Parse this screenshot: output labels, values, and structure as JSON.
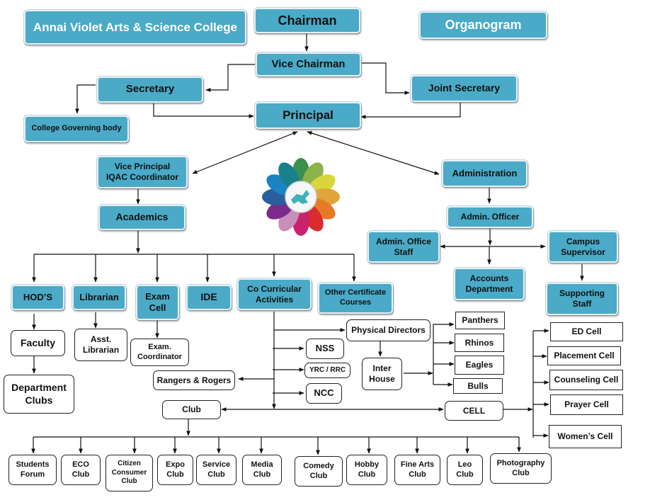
{
  "header": {
    "college_name": "Annai Violet Arts & Science College",
    "title": "Organogram"
  },
  "logo": {
    "icon": "flower-globe-logo-icon",
    "petal_colors": [
      "#3b8f4f",
      "#8bb34a",
      "#d8d63a",
      "#e0a43a",
      "#e67b27",
      "#d92c2f",
      "#c9236e",
      "#c98fba",
      "#7a2b8c",
      "#2a5f9e",
      "#1a83c2",
      "#19808c"
    ],
    "center_color": "#3fb0b8"
  },
  "governance": {
    "chairman": "Chairman",
    "vice_chairman": "Vice Chairman",
    "secretary": "Secretary",
    "joint_secretary": "Joint Secretary",
    "governing_body": "College Governing body",
    "principal": "Principal"
  },
  "academic_side": {
    "vice_principal": "Vice Principal\nIQAC Coordinator",
    "academics": "Academics",
    "units": [
      {
        "label": "HOD’S"
      },
      {
        "label": "Librarian"
      },
      {
        "label": "Exam\nCell"
      },
      {
        "label": "IDE"
      },
      {
        "label": "Co Curricular\nActivities"
      },
      {
        "label": "Other Certificate\nCourses"
      }
    ],
    "faculty": "Faculty",
    "department_clubs": "Department\nClubs",
    "asst_librarian": "Asst.\nLibrarian",
    "exam_coordinator": "Exam.\nCoordinator"
  },
  "co_curricular": {
    "physical_directors": "Physical Directors",
    "inter_house": "Inter\nHouse",
    "houses": [
      "Panthers",
      "Rhinos",
      "Eagles",
      "Bulls"
    ],
    "nss": "NSS",
    "yrc_rrc": "YRC / RRC",
    "ncc": "NCC",
    "rangers_rogers": "Rangers & Rogers",
    "club": "Club",
    "cell": "CELL",
    "cells": [
      "ED Cell",
      "Placement Cell",
      "Counseling Cell",
      "Prayer Cell",
      "Women’s Cell"
    ],
    "clubs": [
      "Students\nForum",
      "ECO\nClub",
      "Citizen\nConsumer\nClub",
      "Expo\nClub",
      "Service\nClub",
      "Media\nClub",
      "Comedy\nClub",
      "Hobby\nClub",
      "Fine Arts\nClub",
      "Leo\nClub",
      "Photography\nClub"
    ]
  },
  "administration": {
    "administration": "Administration",
    "admin_officer": "Admin. Officer",
    "admin_office_staff": "Admin. Office\nStaff",
    "campus_supervisor": "Campus\nSupervisor",
    "accounts_department": "Accounts\nDepartment",
    "supporting_staff": "Supporting\nStaff"
  },
  "colors": {
    "box_fill": "#4aaac7",
    "line": "#111111"
  }
}
